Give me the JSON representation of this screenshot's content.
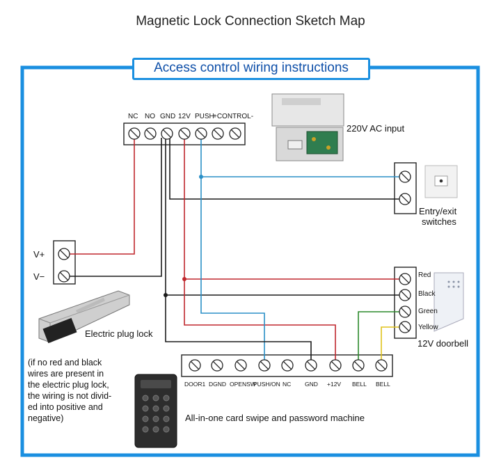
{
  "title": "Magnetic Lock Connection Sketch Map",
  "banner": "Access control wiring instructions",
  "power_supply": {
    "terminals": [
      "NC",
      "NO",
      "GND",
      "12V",
      "PUSH",
      "+CONTROL-"
    ],
    "input_label": "220V AC input"
  },
  "exit_switch": {
    "label_line1": "Entry/exit",
    "label_line2": "switches"
  },
  "lock": {
    "terminals": [
      "V+",
      "V−"
    ],
    "label": "Electric plug lock",
    "note": [
      "(if no red and black",
      "wires are present in",
      "the electric plug lock,",
      "the wiring is not divid-",
      "ed into positive and",
      "negative)"
    ]
  },
  "doorbell": {
    "wire_labels": [
      "Red",
      "Black",
      "Green",
      "Yellow"
    ],
    "label": "12V doorbell"
  },
  "controller": {
    "terminals": [
      "DOOR1",
      "DGND",
      "OPENSW",
      "PUSH/ON",
      "NC",
      "GND",
      "+12V",
      "BELL",
      "BELL"
    ],
    "label": "All-in-one card swipe and password machine"
  },
  "colors": {
    "frame": "#1a8fe0",
    "banner_text": "#0e4fa8",
    "wire_red": "#c0272d",
    "wire_black": "#1a1a1a",
    "wire_blue": "#2a8fc7",
    "wire_green": "#2c8a2c",
    "wire_yellow": "#e0c21a"
  }
}
